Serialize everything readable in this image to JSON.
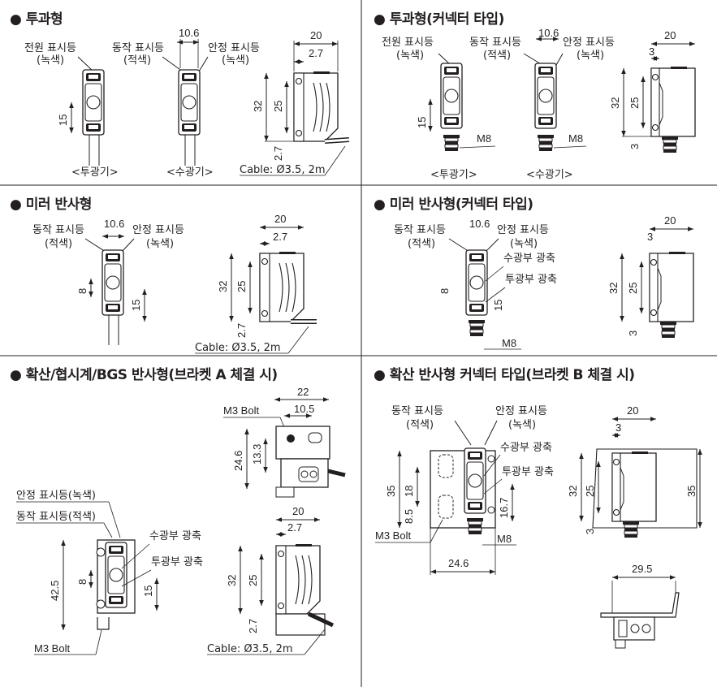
{
  "sections": [
    {
      "title": "투과형",
      "labels": {
        "power_led": "전원 표시등",
        "action_led": "동작 표시등",
        "stable_led": "안정 표시등",
        "green": "(녹색)",
        "red": "(적색)",
        "emitter": "<투광기>",
        "receiver": "<수광기>",
        "cable": "Cable: Ø3.5, 2m"
      },
      "dims": {
        "width": "10.6",
        "len": "20",
        "offset": "2.7",
        "height": "32",
        "inner": "25",
        "lens": "15",
        "bottom": "2.7"
      }
    },
    {
      "title": "투과형(커넥터 타입)",
      "labels": {
        "power_led": "전원 표시등",
        "action_led": "동작 표시등",
        "stable_led": "안정 표시등",
        "green": "(녹색)",
        "red": "(적색)",
        "emitter": "<투광기>",
        "receiver": "<수광기>",
        "m8": "M8"
      },
      "dims": {
        "width": "10.6",
        "len": "20",
        "offset": "3",
        "height": "32",
        "inner": "25",
        "lens": "15",
        "bottom": "3"
      }
    },
    {
      "title": "미러 반사형",
      "labels": {
        "action_led": "동작 표시등",
        "stable_led": "안정 표시등",
        "red": "(적색)",
        "green": "(녹색)",
        "cable": "Cable: Ø3.5, 2m"
      },
      "dims": {
        "width": "10.6",
        "len": "20",
        "offset": "2.7",
        "height": "32",
        "inner": "25",
        "lens_gap": "8",
        "lens": "15",
        "bottom": "2.7"
      }
    },
    {
      "title": "미러 반사형(커넥터 타입)",
      "labels": {
        "action_led": "동작 표시등",
        "stable_led": "안정 표시등",
        "red": "(적색)",
        "green": "(녹색)",
        "rx_axis": "수광부 광축",
        "tx_axis": "투광부 광축",
        "m8": "M8"
      },
      "dims": {
        "width": "10.6",
        "len": "20",
        "offset": "3",
        "height": "32",
        "inner": "25",
        "lens_gap": "8",
        "lens": "15",
        "bottom": "3"
      }
    },
    {
      "title": "확산/협시계/BGS 반사형(브라켓 A 체결 시)",
      "labels": {
        "m3": "M3 Bolt",
        "stable_led": "안정 표시등(녹색)",
        "action_led": "동작 표시등(적색)",
        "rx_axis": "수광부 광축",
        "tx_axis": "투광부 광축",
        "m3_bottom": "M3 Bolt",
        "cable": "Cable: Ø3.5, 2m"
      },
      "dims": {
        "top_w": "22",
        "top_w2": "10.5",
        "top_h": "24.6",
        "top_h2": "13.3",
        "h": "42.5",
        "lens_gap": "8",
        "lens": "15",
        "len": "20",
        "offset": "2.7",
        "height": "32",
        "inner": "25",
        "bottom": "2.7"
      }
    },
    {
      "title": "확산 반사형 커넥터 타입(브라켓 B 체결 시)",
      "labels": {
        "action_led": "동작 표시등",
        "stable_led": "안정 표시등",
        "red": "(적색)",
        "green": "(녹색)",
        "rx_axis": "수광부 광축",
        "tx_axis": "투광부 광축",
        "m3": "M3 Bolt",
        "m8": "M8"
      },
      "dims": {
        "h35": "35",
        "h18": "18",
        "h85": "8.5",
        "h167": "16.7",
        "w246": "24.6",
        "len": "20",
        "offset": "3",
        "height": "32",
        "inner": "25",
        "bottom": "3",
        "h35r": "35",
        "w295": "29.5"
      }
    }
  ],
  "colors": {
    "line": "#231f20",
    "body": "#ffffff",
    "dark": "#231f20"
  }
}
